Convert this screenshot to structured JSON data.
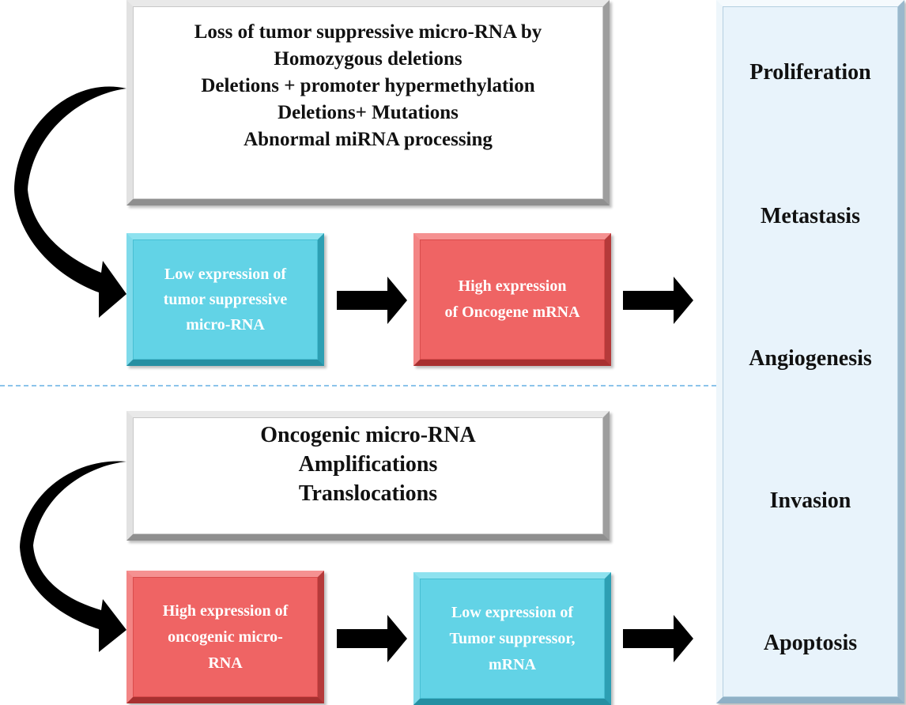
{
  "top_source": {
    "lines": [
      "Loss of tumor suppressive micro-RNA by",
      "Homozygous deletions",
      "Deletions + promoter hypermethylation",
      "Deletions+ Mutations",
      "Abnormal miRNA processing"
    ]
  },
  "top_low_box": {
    "lines": [
      "Low expression of",
      "tumor suppressive",
      "micro-RNA"
    ]
  },
  "top_high_box": {
    "lines": [
      "High expression",
      "of  Oncogene mRNA"
    ]
  },
  "bottom_source": {
    "lines": [
      "Oncogenic micro-RNA",
      "Amplifications",
      "Translocations"
    ]
  },
  "bottom_high_box": {
    "lines": [
      "High expression of",
      "oncogenic micro-",
      "RNA"
    ]
  },
  "bottom_low_box": {
    "lines": [
      "Low expression of",
      "Tumor suppressor,",
      "mRNA"
    ]
  },
  "outcomes": [
    "Proliferation",
    "Metastasis",
    "Angiogenesis",
    "Invasion",
    "Apoptosis"
  ],
  "colors": {
    "blue_box": "#62d3e6",
    "red_box": "#ef6464",
    "panel": "#e8f3fb",
    "divider": "#8cc4ea",
    "arrow": "#000000"
  }
}
